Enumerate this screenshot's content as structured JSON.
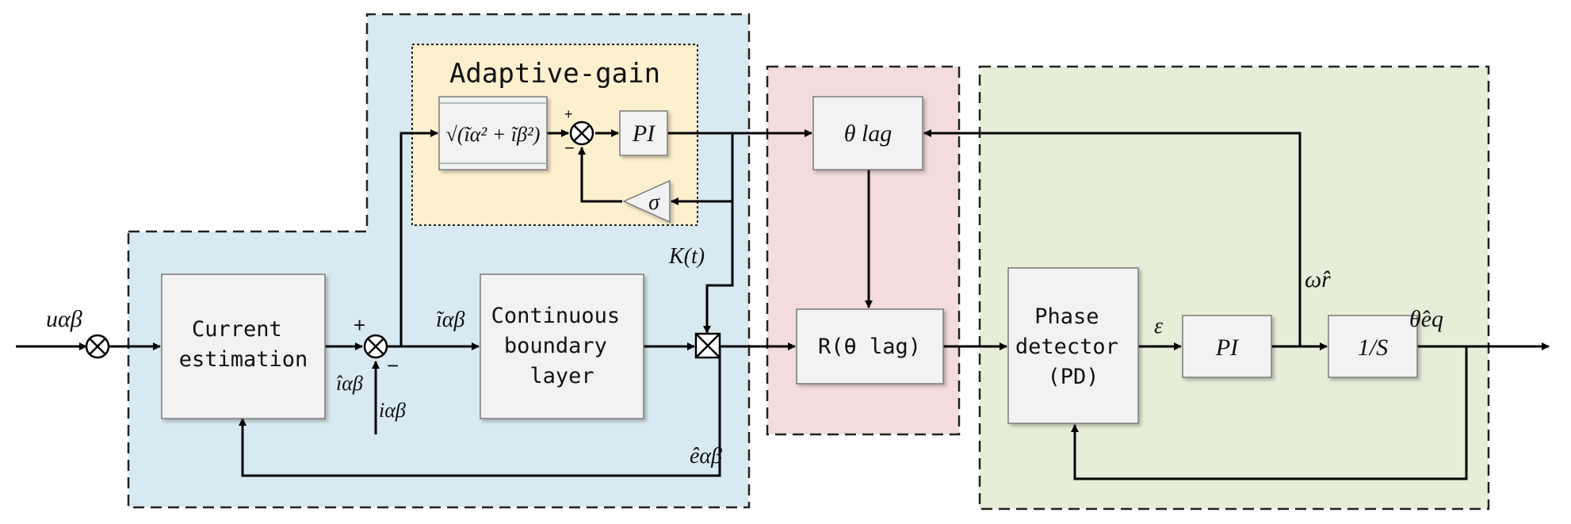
{
  "regions": {
    "adaptive_gain_title": "Adaptive-gain"
  },
  "blocks": {
    "current_estimation": [
      "Current",
      "estimation"
    ],
    "continuous_boundary_layer": [
      "Continuous",
      "boundary",
      "layer"
    ],
    "pi_adaptive": "PI",
    "sigma": "σ",
    "theta_lag": "θ lag",
    "rotation": "R(θ lag)",
    "phase_detector": [
      "Phase",
      "detector",
      "(PD)"
    ],
    "pi_pll": "PI",
    "integrator": "1/S",
    "norm_block": "√(ĩα² + ĩβ²)"
  },
  "signals": {
    "input": "uαβ",
    "i_hat": "îαβ",
    "i_meas": "iαβ",
    "i_tilde": "ĩαβ",
    "k_t": "K(t)",
    "e_hat": "êαβ",
    "epsilon": "ε",
    "omega_hat": "ω̂r",
    "theta_hat": "θ̂eq"
  },
  "signs": {
    "sum2_plus": "+",
    "sum2_minus": "−",
    "sum_ag_plus": "+",
    "sum_ag_minus": "−"
  },
  "colors": {
    "blue_region": "#d8e9f1",
    "yellow_region": "#fdf0cf",
    "red_region": "#f3dcdb",
    "green_region": "#e6edd8"
  }
}
